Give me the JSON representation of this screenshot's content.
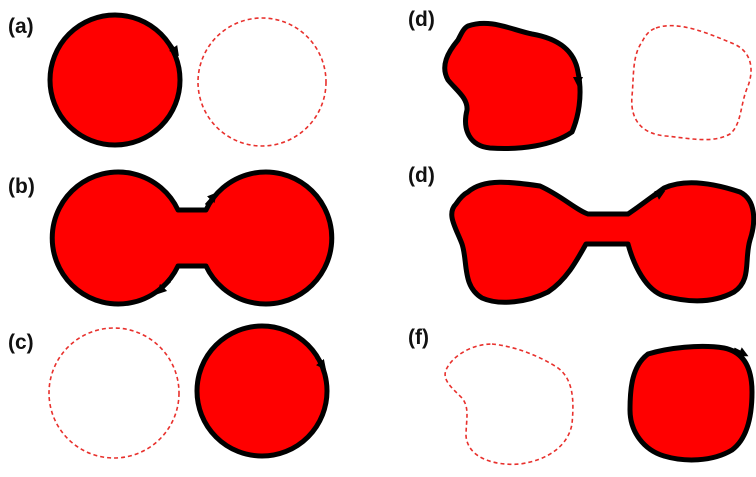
{
  "labels": {
    "a": "(a)",
    "b": "(b)",
    "c": "(c)",
    "d_top": "(d)",
    "d_mid": "(d)",
    "f": "(f)"
  },
  "colors": {
    "fill": "#ff0000",
    "outline": "#000000",
    "dashed": "#e8302c",
    "background": "#ffffff"
  }
}
